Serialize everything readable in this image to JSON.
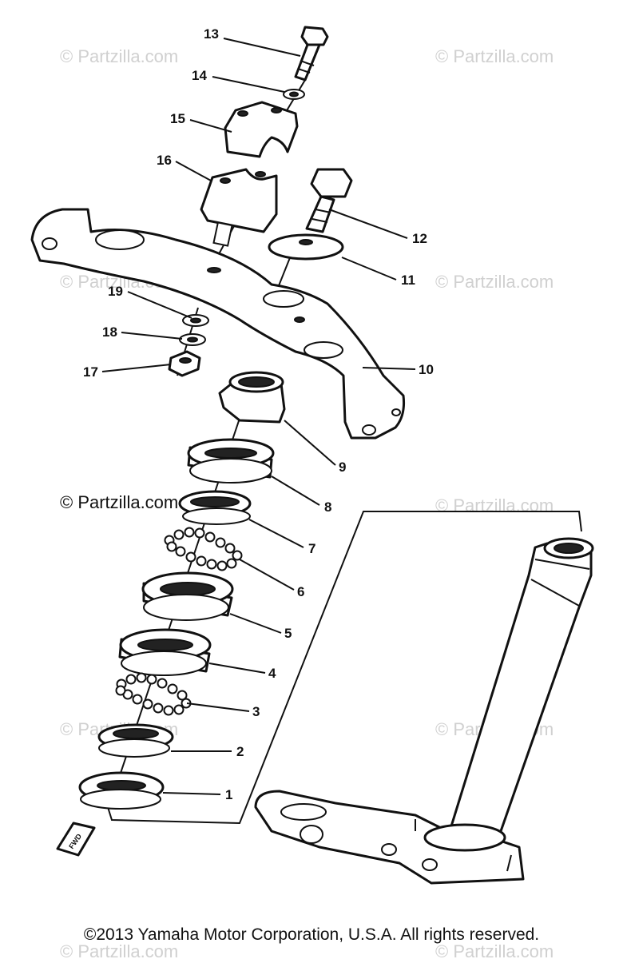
{
  "watermark": "© Partzilla.com",
  "center_watermark": "© Partzilla.com",
  "copyright": "©2013 Yamaha Motor Corporation, U.S.A. All rights reserved.",
  "fwd_label": "FWD",
  "callouts": [
    "13",
    "14",
    "15",
    "16",
    "12",
    "11",
    "19",
    "18",
    "17",
    "10",
    "9",
    "8",
    "7",
    "6",
    "5",
    "4",
    "3",
    "2",
    "1"
  ]
}
